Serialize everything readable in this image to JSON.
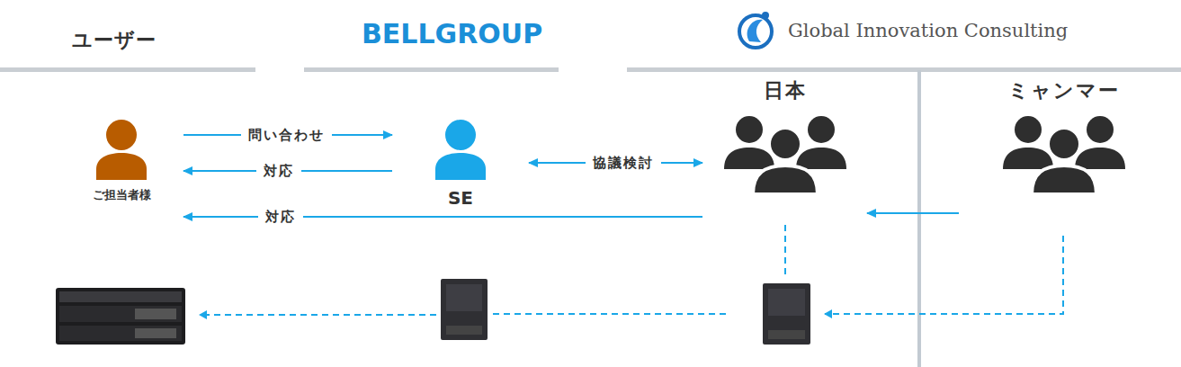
{
  "diagram": {
    "nodes": [
      {
        "text": [
          "ご担当者様"
        ]
      },
      {
        "text": [
          "SE"
        ]
      },
      {
        "text": [
          "日本"
        ]
      },
      {
        "text": [
          "ミャンマー"
        ]
      }
    ],
    "edges": [
      {
        "from": 0,
        "to": 1,
        "label": "問い合わせ",
        "arrow": "to"
      },
      {
        "from": 1,
        "to": 0,
        "label": "対応",
        "arrow": "to"
      },
      {
        "from": 1,
        "to": 2,
        "label": "協議検討",
        "arrow": "both"
      },
      {
        "from": 2,
        "to": 0,
        "label": "対応",
        "arrow": "to"
      },
      {
        "from": 3,
        "to": 2,
        "arrow": "to"
      }
    ],
    "labels": [
      "ユーザー",
      "BELLGROUP",
      "Global Innovation Consulting"
    ]
  }
}
